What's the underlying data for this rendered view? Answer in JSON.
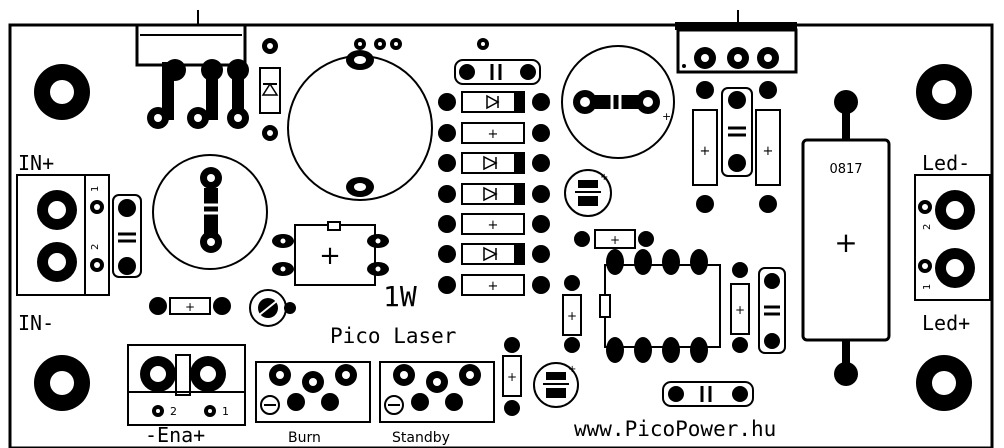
{
  "board": {
    "ink_color": "#000000",
    "background_color": "#ffffff"
  },
  "labels": {
    "in_plus": "IN+",
    "in_minus": "IN-",
    "led_minus": "Led-",
    "led_plus": "Led+",
    "power": "1W",
    "title": "Pico Laser",
    "enable": "-Ena+",
    "burn": "Burn",
    "standby": "Standby",
    "website": "www.PicoPower.hu",
    "resistor_code": "0817",
    "pin_1": "1",
    "pin_2": "2"
  },
  "symbols": {
    "plus": "+",
    "polarity": "+"
  }
}
